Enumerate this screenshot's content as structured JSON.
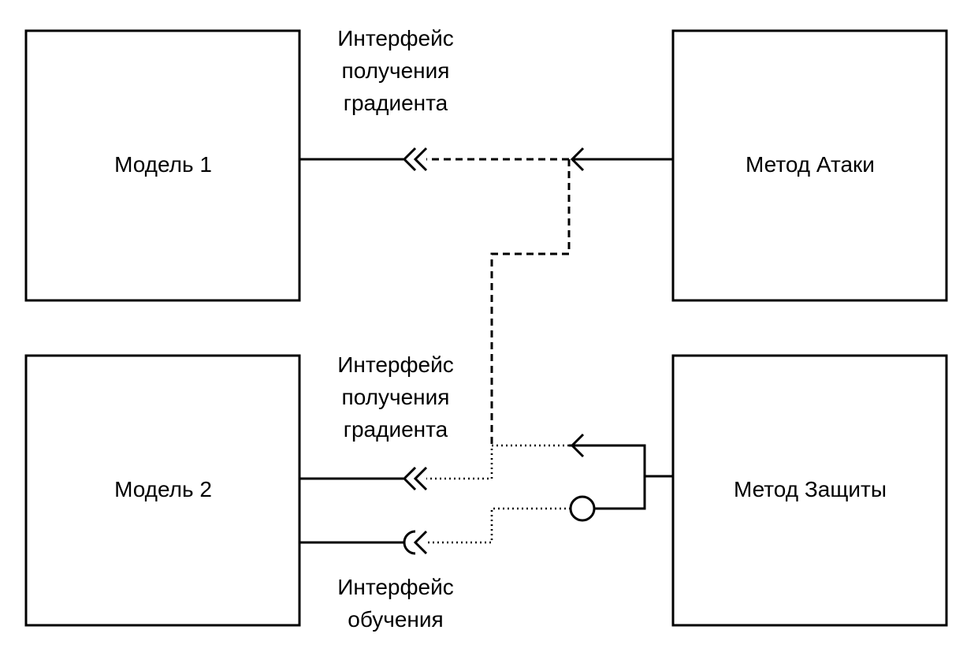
{
  "boxes": {
    "model1": "Модель 1",
    "model2": "Модель 2",
    "attack": "Метод Атаки",
    "defense": "Метод Защиты"
  },
  "interfaces": {
    "gradient_top": [
      "Интерфейс",
      "получения",
      "градиента"
    ],
    "gradient_mid": [
      "Интерфейс",
      "получения",
      "градиента"
    ],
    "training": [
      "Интерфейс",
      "обучения"
    ]
  }
}
